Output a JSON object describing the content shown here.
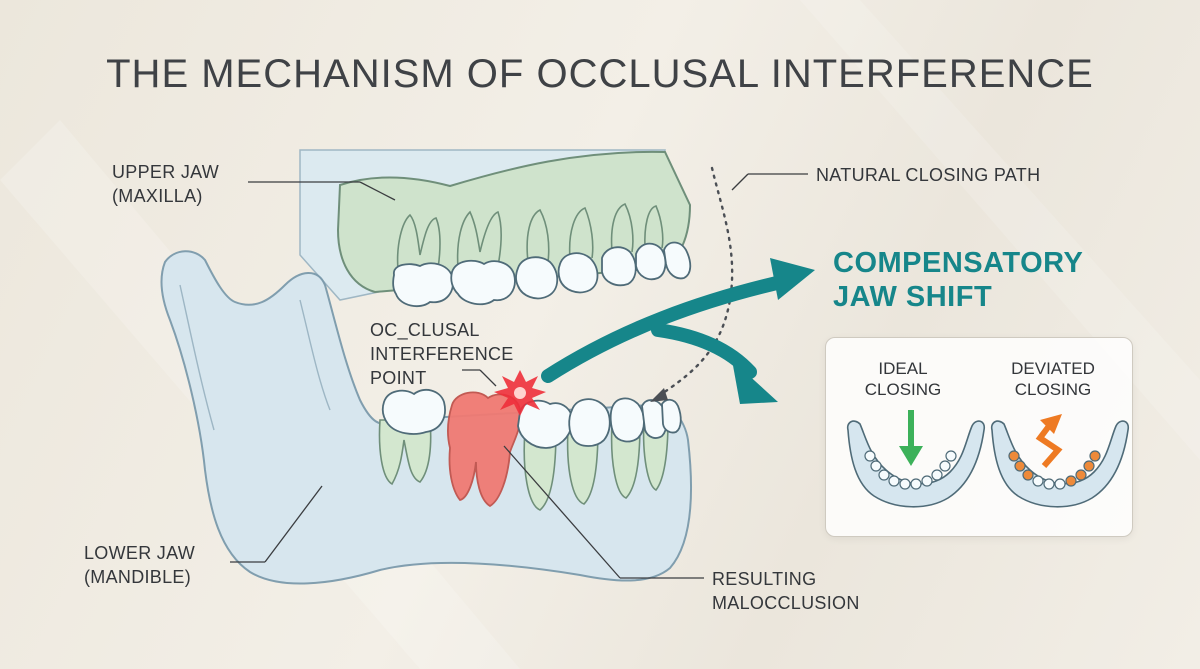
{
  "title": "THE MECHANISM OF OCCLUSAL INTERFERENCE",
  "labels": {
    "upper_jaw": [
      "UPPER JAW",
      "(MAXILLA)"
    ],
    "natural_path": "NATURAL  CLOSING PATH",
    "interference": [
      "OC_CLUSAL",
      "INTERFERENCE",
      "POINT"
    ],
    "lower_jaw": [
      "LOWER JAW",
      "(MANDIBLE)"
    ],
    "malocclusion": [
      "RESULTING",
      "MALOCCLUSION"
    ],
    "compensatory": [
      "COMPENSATORY",
      "JAW SHIFT"
    ]
  },
  "inset": {
    "ideal": [
      "IDEAL",
      "CLOSING"
    ],
    "deviated": [
      "DEVIATED",
      "CLOSING"
    ]
  },
  "colors": {
    "upper_jaw_fill": "#cfe3cc",
    "lower_jaw_fill": "#d6e6ef",
    "tooth_fill": "#f6fbfd",
    "interference_tooth": "#f07a73",
    "teal_arrow": "#16868a",
    "ideal_arrow": "#3cb15a",
    "deviated_arrow": "#ee7a23"
  }
}
